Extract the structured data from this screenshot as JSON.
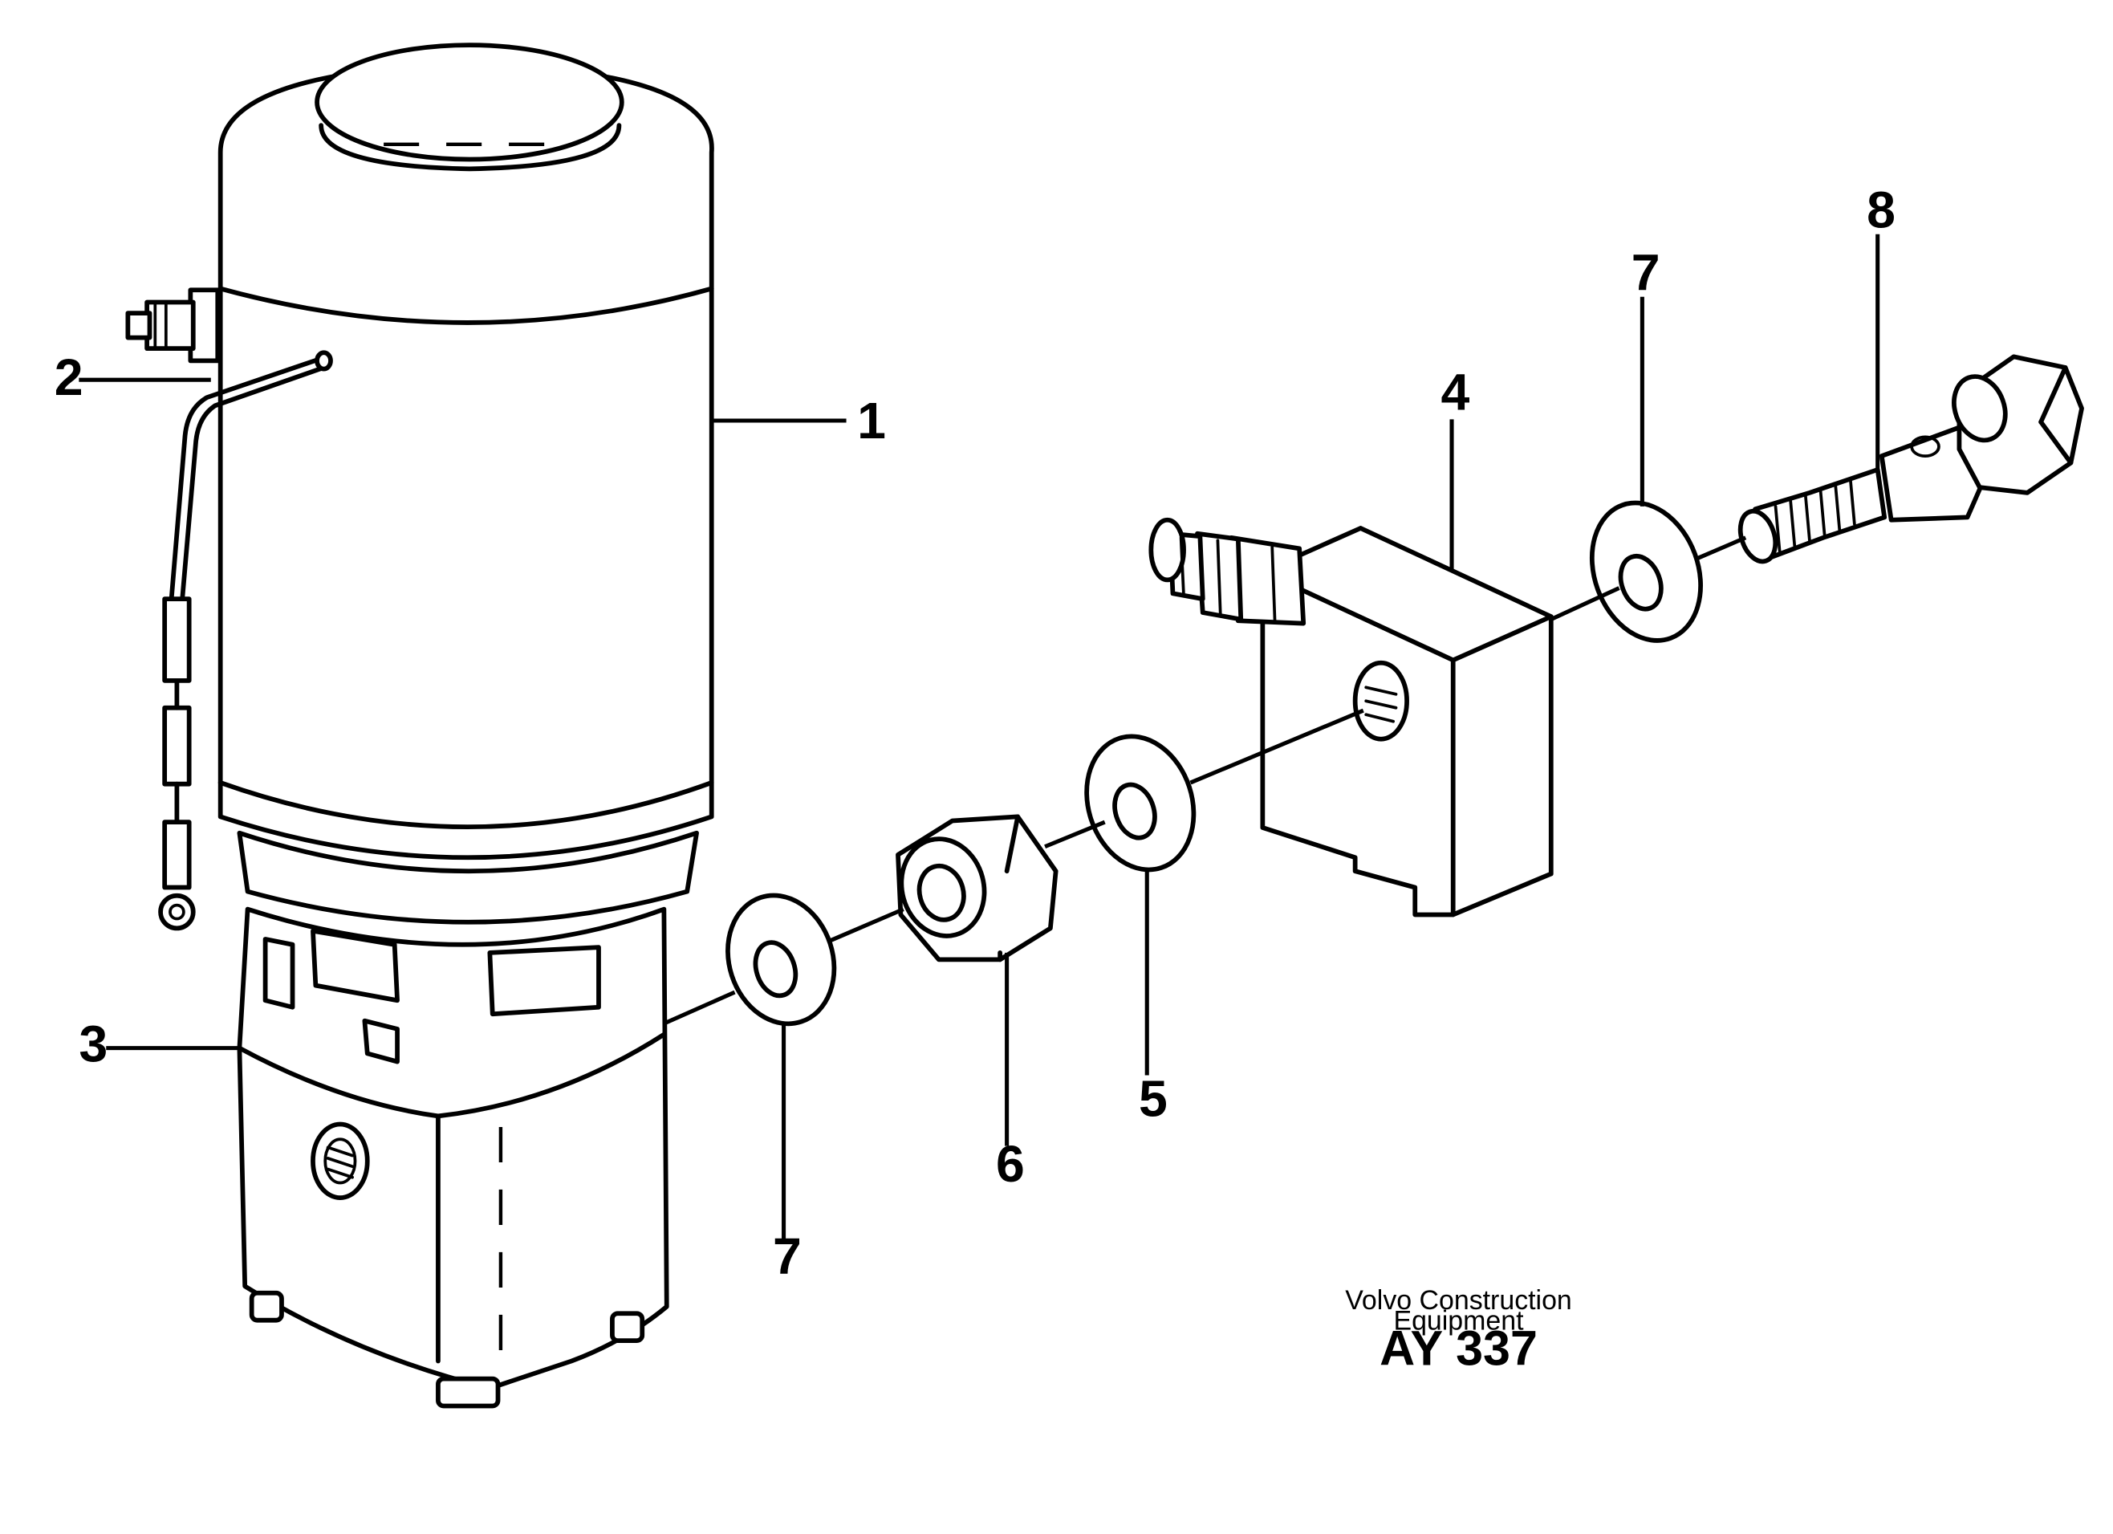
{
  "callouts": {
    "c1": "1",
    "c2": "2",
    "c3": "3",
    "c4": "4",
    "c5": "5",
    "c6": "6",
    "c7a": "7",
    "c7b": "7",
    "c8": "8"
  },
  "caption": {
    "line1": "Volvo Construction",
    "line2": "Equipment",
    "code": "AY 337"
  }
}
